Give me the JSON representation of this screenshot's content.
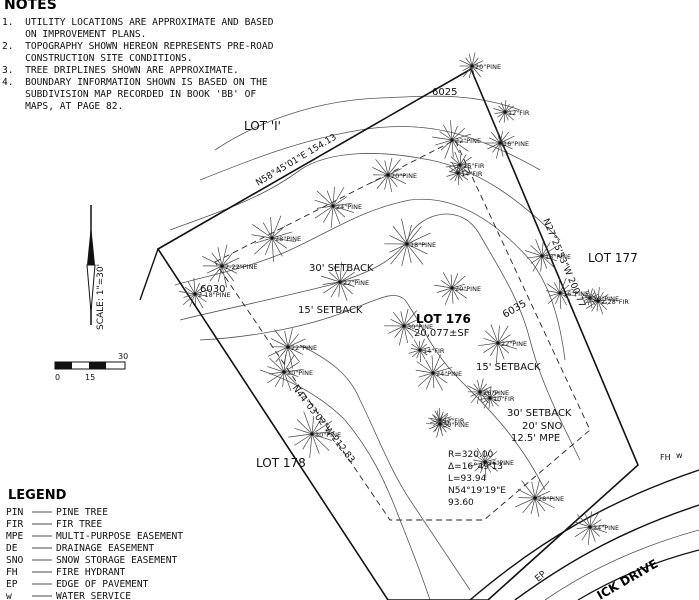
{
  "notes": {
    "heading": "NOTES",
    "items": [
      "1.  UTILITY LOCATIONS ARE APPROXIMATE AND BASED",
      "    ON IMPROVEMENT PLANS.",
      "2.  TOPOGRAPHY SHOWN HEREON REPRESENTS PRE-ROAD",
      "    CONSTRUCTION SITE CONDITIONS.",
      "3.  TREE DRIPLINES SHOWN ARE APPROXIMATE.",
      "4.  BOUNDARY INFORMATION SHOWN IS BASED ON THE",
      "    SUBDIVISION MAP RECORDED IN BOOK 'BB' OF",
      "    MAPS, AT PAGE 82."
    ]
  },
  "legend": {
    "heading": "LEGEND",
    "items": [
      {
        "code": "PIN",
        "desc": "PINE TREE"
      },
      {
        "code": "FIR",
        "desc": "FIR TREE"
      },
      {
        "code": "MPE",
        "desc": "MULTI-PURPOSE EASEMENT"
      },
      {
        "code": "DE",
        "desc": "DRAINAGE EASEMENT"
      },
      {
        "code": "SNO",
        "desc": "SNOW STORAGE EASEMENT"
      },
      {
        "code": "FH",
        "desc": "FIRE HYDRANT"
      },
      {
        "code": "EP",
        "desc": "EDGE OF PAVEMENT"
      },
      {
        "code": "w",
        "desc": "WATER SERVICE"
      }
    ]
  },
  "scale": {
    "label": "SCALE: 1\"=30'",
    "ticks": [
      "0",
      "15",
      "30"
    ]
  },
  "lots": {
    "lot_i": "LOT 'I'",
    "lot_177": "LOT 177",
    "lot_178": "LOT 178",
    "lot_176": "LOT 176",
    "lot_176_area": "20,077±SF"
  },
  "bearings": {
    "north": "N58°45'01\"E 154.13",
    "east": "N27°25'53\"W 200.77",
    "west": "N44°03'02\"W 212.83"
  },
  "setbacks": {
    "rear": "30' SETBACK",
    "side_west": "15' SETBACK",
    "side_east": "15' SETBACK",
    "front": "30' SETBACK",
    "sno": "20' SNO",
    "mpe": "12.5' MPE"
  },
  "curve": [
    "R=320.00",
    "Δ=16°49'13\"",
    "L=93.94",
    "N54°19'19\"E",
    "93.60"
  ],
  "contours": [
    "6025",
    "6030",
    "6035"
  ],
  "road": {
    "name": "ICK DRIVE",
    "ep": "EP",
    "fh": "FH",
    "w": "w"
  },
  "trees": [
    "20\"PINE",
    "12\"FIR",
    "22\"PINE",
    "16\"PINE",
    "16\"FIR",
    "14\"FIR",
    "20\"PINE",
    "24\"PINE",
    "28\"PINE",
    "2-22\"PINE",
    "22\"PINE",
    "2-18\"PINE",
    "18\"PINE",
    "18\"PINE",
    "20\"PINE",
    "30\"PINE",
    "22\"PINE",
    "14\"FIR",
    "22\"PINE",
    "30\"PINE",
    "24\"PINE",
    "26\"PINE",
    "10\"FIR",
    "12\"FIR",
    "30\"PINE",
    "30\"PINE",
    "26\"PINE",
    "28\"PINE",
    "34\"PINE",
    "16\"PINE",
    "10\"PINE",
    "2-28\"FIR"
  ]
}
